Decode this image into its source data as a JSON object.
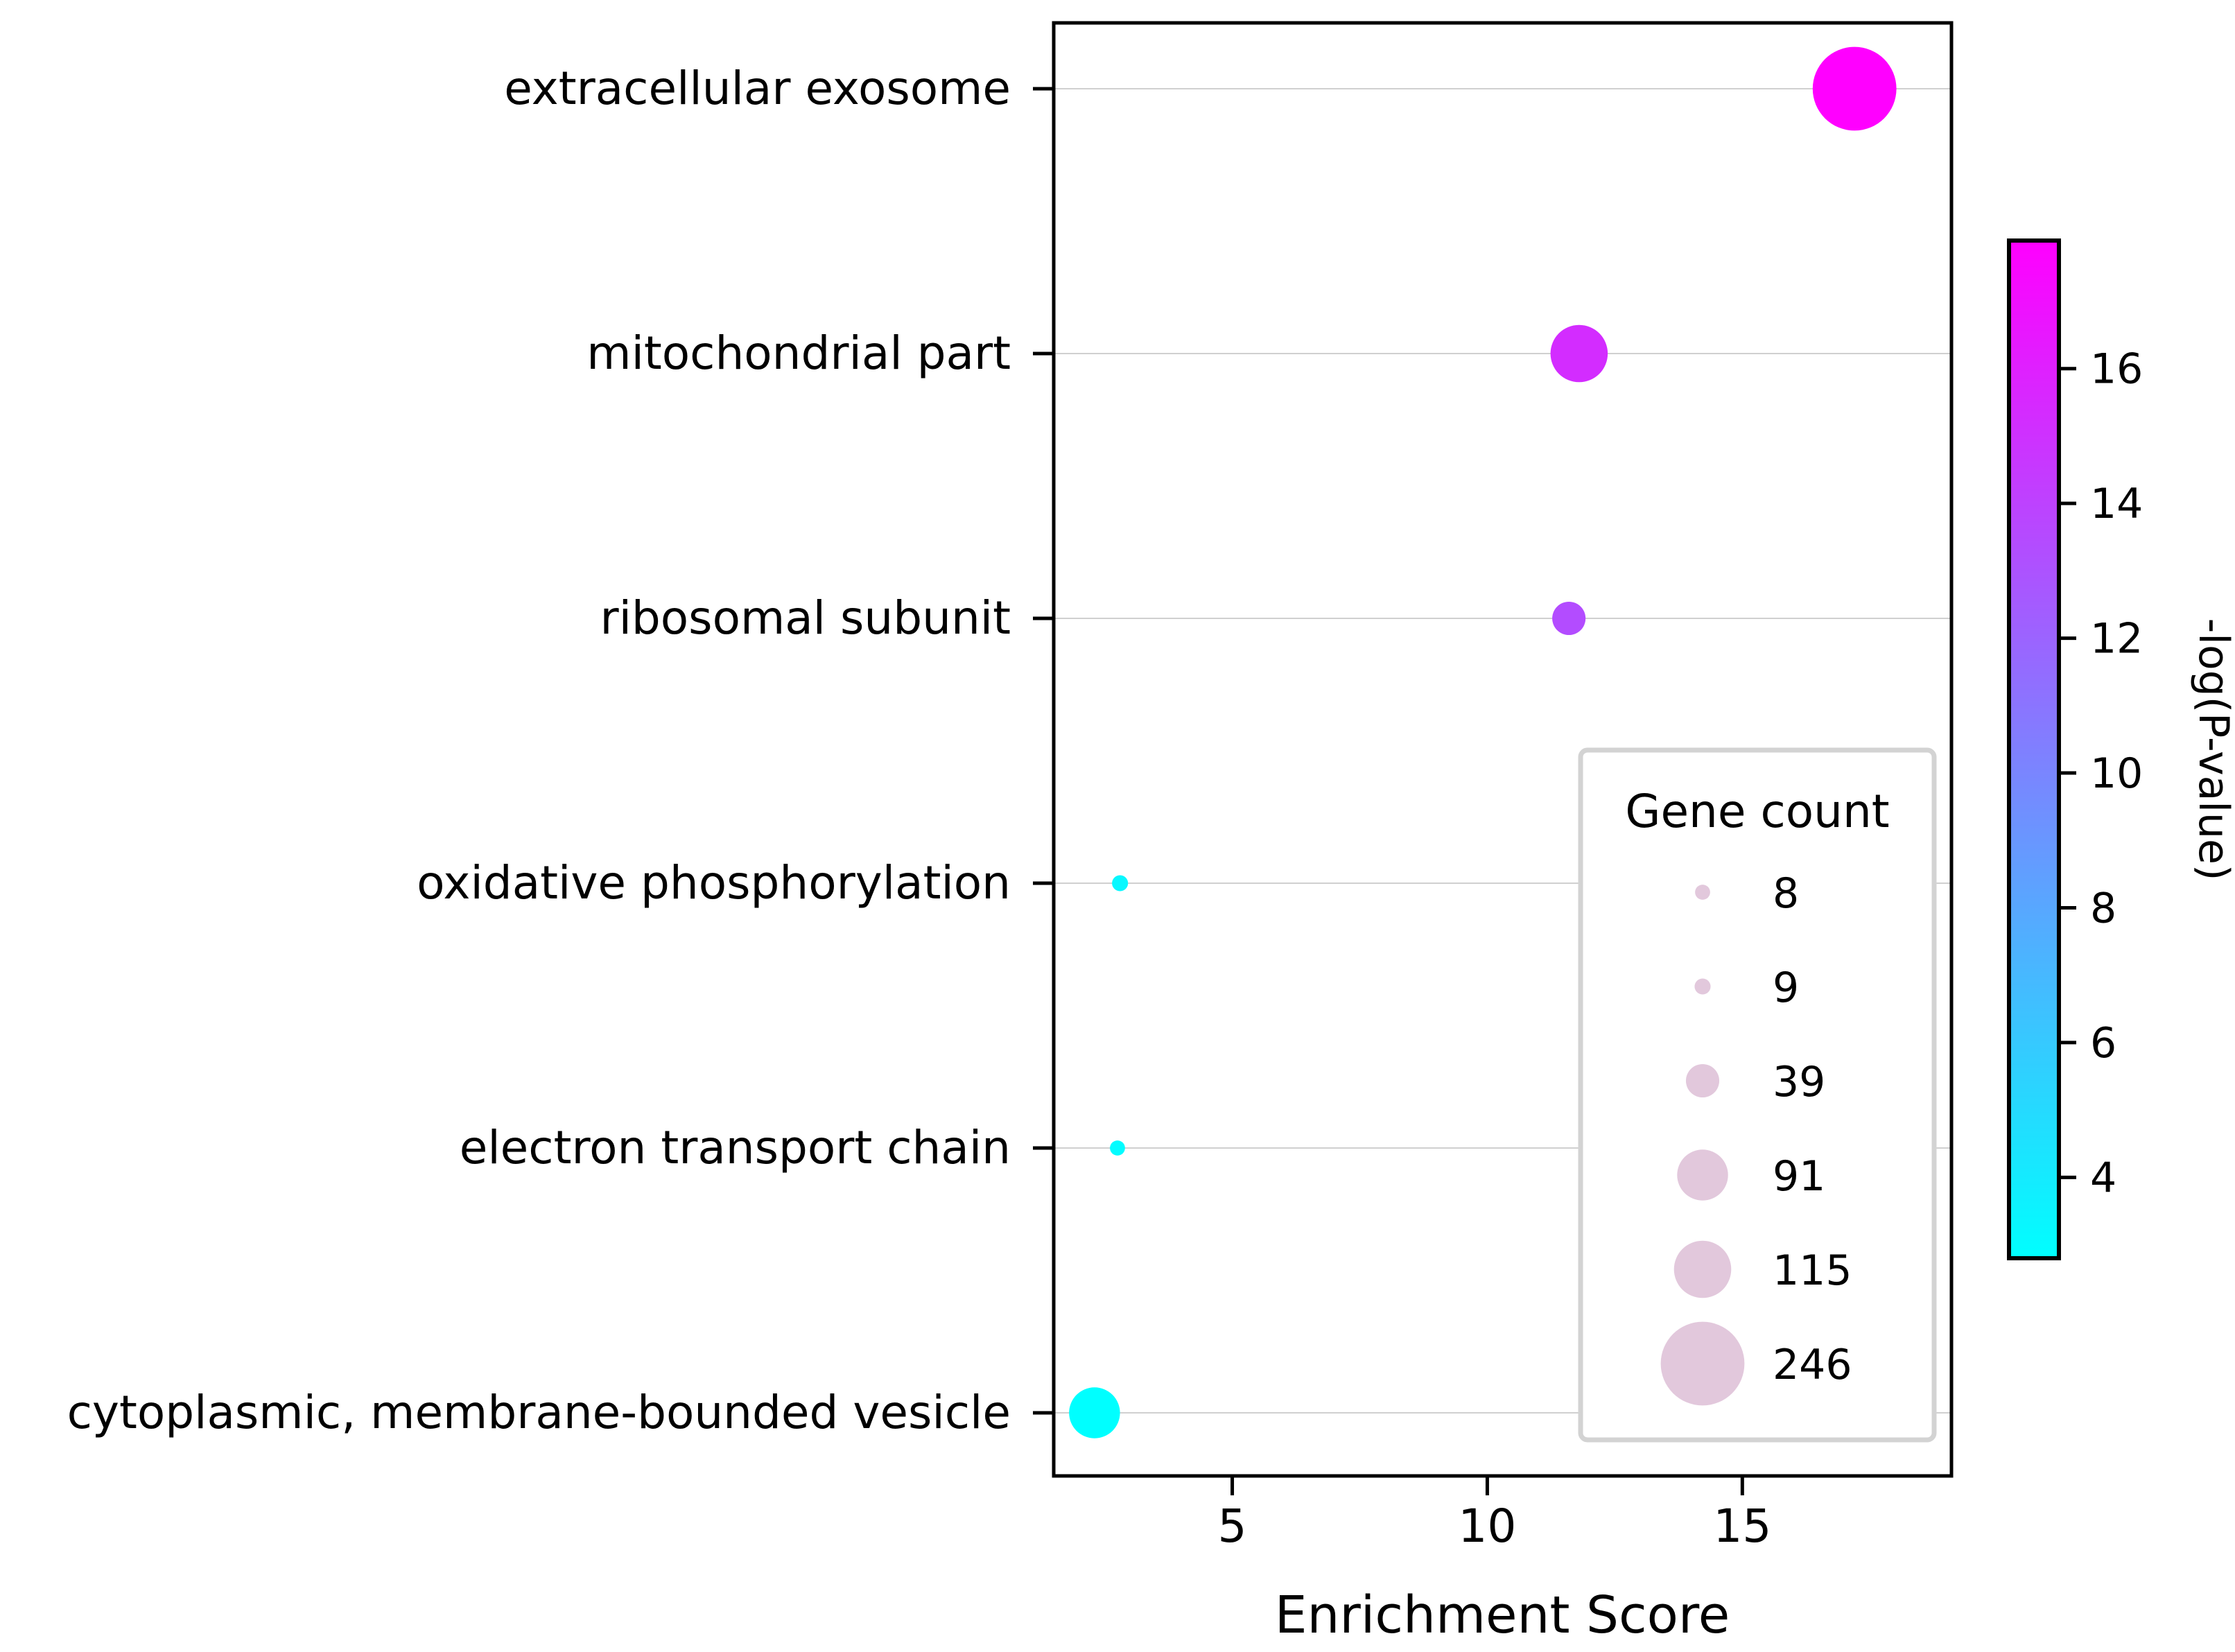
{
  "chart_data": {
    "type": "scatter",
    "xlabel": "Enrichment Score",
    "xlim": [
      1.5,
      19.1
    ],
    "xticks": [
      5,
      10,
      15
    ],
    "grid": "horizontal",
    "categories": [
      "extracellular exosome",
      "mitochondrial part",
      "ribosomal subunit",
      "oxidative phosphorylation",
      "electron transport chain",
      "cytoplasmic, membrane-bounded vesicle"
    ],
    "points": [
      {
        "category": "extracellular exosome",
        "enrichment_score": 17.2,
        "neg_log_p": 17.9,
        "gene_count": 246
      },
      {
        "category": "mitochondrial part",
        "enrichment_score": 11.8,
        "neg_log_p": 15.3,
        "gene_count": 115
      },
      {
        "category": "ribosomal subunit",
        "enrichment_score": 11.6,
        "neg_log_p": 13.4,
        "gene_count": 39
      },
      {
        "category": "oxidative phosphorylation",
        "enrichment_score": 2.8,
        "neg_log_p": 3.2,
        "gene_count": 9
      },
      {
        "category": "electron transport chain",
        "enrichment_score": 2.75,
        "neg_log_p": 3.0,
        "gene_count": 8
      },
      {
        "category": "cytoplasmic, membrane-bounded vesicle",
        "enrichment_score": 2.3,
        "neg_log_p": 2.8,
        "gene_count": 91
      }
    ],
    "colorbar": {
      "label": "-log(P-value)",
      "range": [
        2.8,
        17.9
      ],
      "ticks": [
        4,
        6,
        8,
        10,
        12,
        14,
        16
      ],
      "colormap": [
        "#00ffff",
        "#ff00ff"
      ]
    },
    "size_legend": {
      "title": "Gene count",
      "values": [
        8,
        9,
        39,
        91,
        115,
        246
      ],
      "color": "#e2c8dc",
      "placement": "lower-right"
    }
  }
}
